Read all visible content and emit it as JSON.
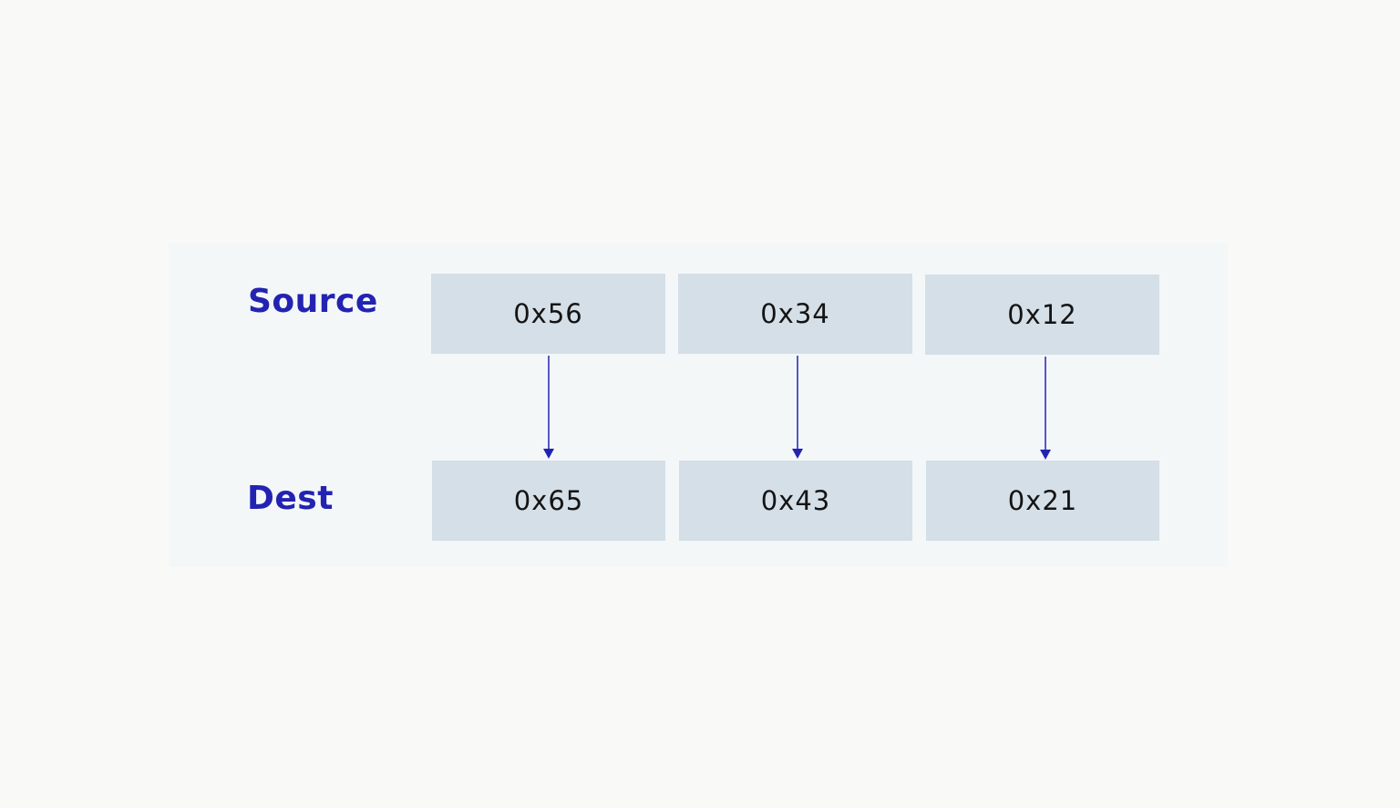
{
  "labels": {
    "source": "Source",
    "dest": "Dest"
  },
  "source_cells": [
    "0x56",
    "0x34",
    "0x12"
  ],
  "dest_cells": [
    "0x65",
    "0x43",
    "0x21"
  ],
  "colors": {
    "label": "#2323b2",
    "arrow": "#2323b2",
    "cell_fill": "#d5dfe7",
    "panel": "#f4f7f8",
    "background": "#f9f9f8"
  }
}
